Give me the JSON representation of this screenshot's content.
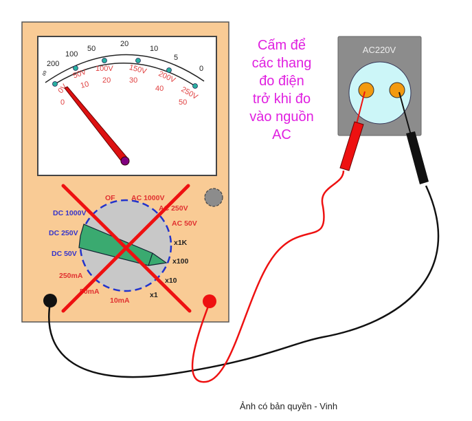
{
  "scale": {
    "ohm_labels": [
      "∞",
      "200",
      "100",
      "50",
      "20",
      "10",
      "5",
      "0"
    ],
    "volt_labels": [
      "0V",
      "50V",
      "100V",
      "150V",
      "200V",
      "250V"
    ],
    "amp_labels": [
      "0",
      "10",
      "20",
      "30",
      "40",
      "50"
    ]
  },
  "selector": {
    "off": "OF",
    "ac1000": "AC 1000V",
    "ac250": "AC 250V",
    "ac50": "AC 50V",
    "x1k": "x1K",
    "x100": "x100",
    "x10": "x10",
    "x1": "x1",
    "ma10": "10mA",
    "ma50": "50mA",
    "ma250": "250mA",
    "dc50": "DC 50V",
    "dc250": "DC 250V",
    "dc1000": "DC 1000V"
  },
  "outlet": {
    "label": "AC220V"
  },
  "warning": {
    "lines": [
      "Cấm để",
      "các thang",
      "đo điện",
      "trở khi đo",
      "vào nguồn",
      "AC"
    ]
  },
  "caption": "Ảnh có bản quyền - Vinh",
  "colors": {
    "body": "#f9cb95",
    "warning": "#e020e0",
    "red": "#ee1111",
    "dial": "#c8c8c8",
    "outlet": "#8c8c8c",
    "socket": "#ccf6f8",
    "hole": "#f39a10"
  }
}
